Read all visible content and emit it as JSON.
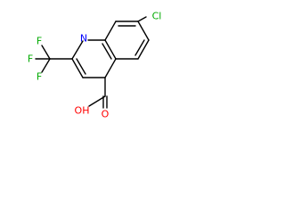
{
  "molecule": {
    "atoms": {
      "nitrogen": {
        "symbol": "N",
        "color": "#0000ff"
      },
      "chlorine": {
        "symbol": "Cl",
        "color": "#00aa00"
      },
      "fluorine_1": {
        "symbol": "F",
        "color": "#00aa00"
      },
      "fluorine_2": {
        "symbol": "F",
        "color": "#00aa00"
      },
      "fluorine_3": {
        "symbol": "F",
        "color": "#00aa00"
      },
      "carbonyl_oxygen": {
        "symbol": "O",
        "color": "#ff0000"
      },
      "hydroxyl_group": {
        "symbol": "OH",
        "color": "#ff0000"
      }
    }
  }
}
